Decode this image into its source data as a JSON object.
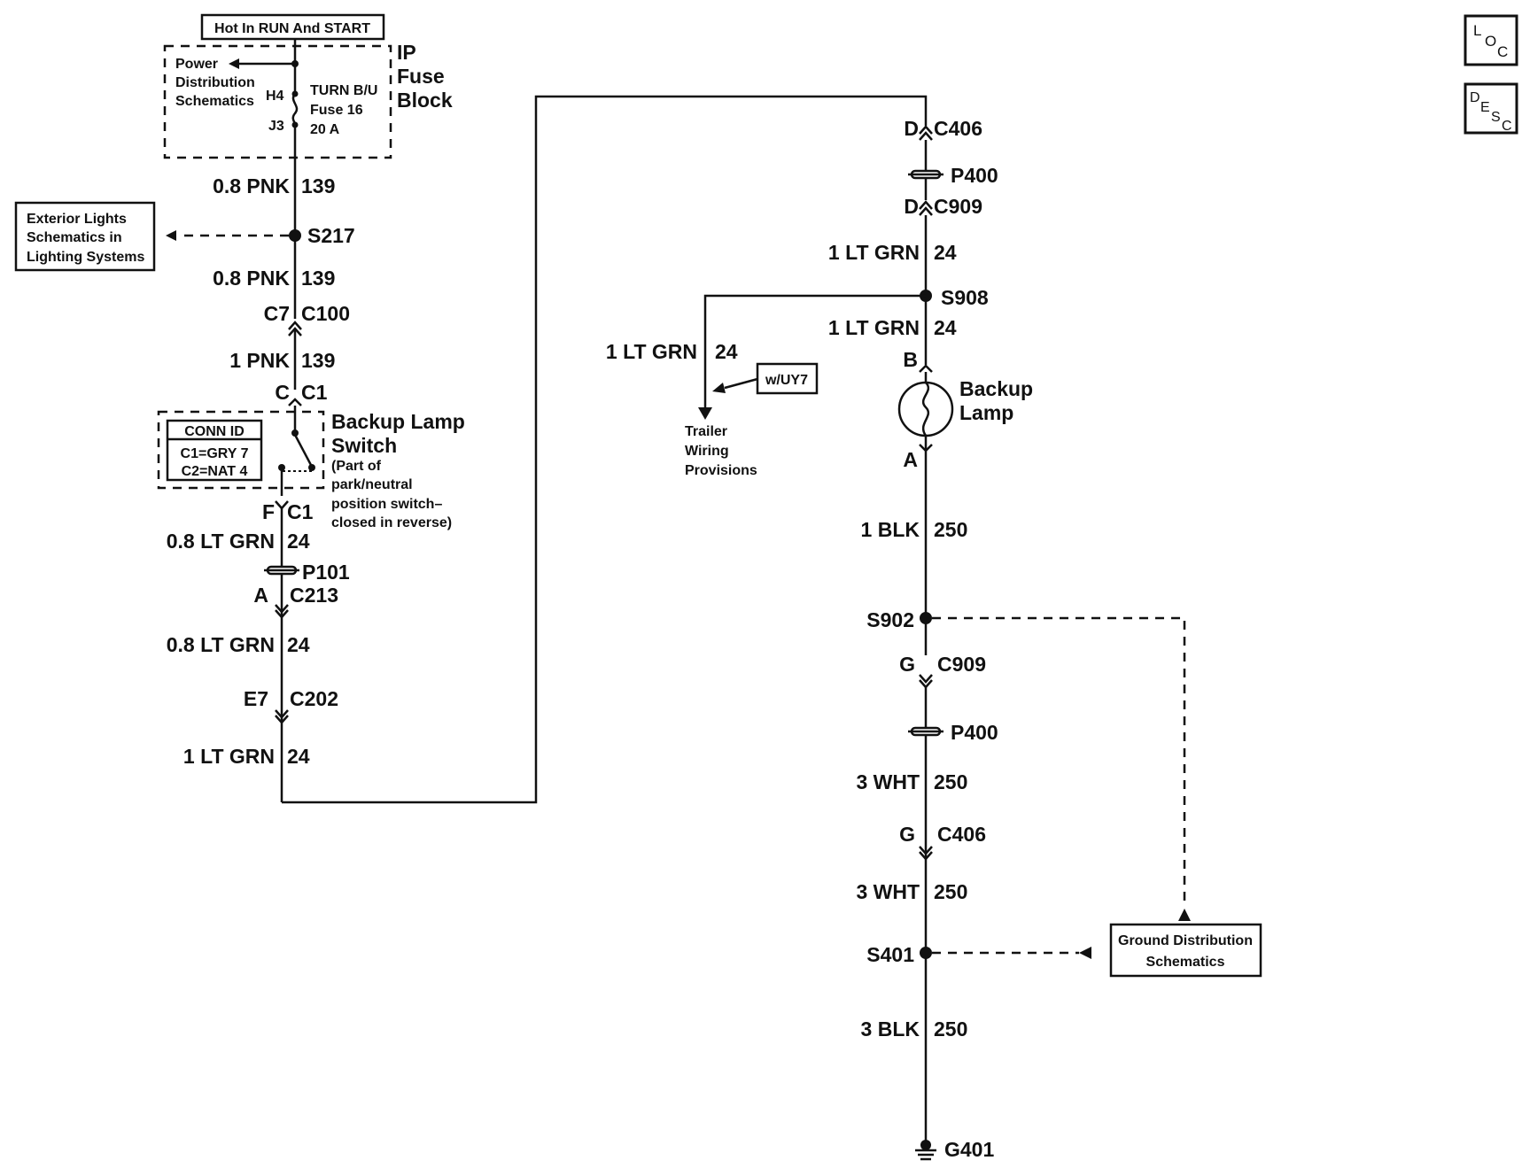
{
  "header": {
    "hot_label": "Hot In RUN And START"
  },
  "fuse_block": {
    "label_line1": "IP",
    "label_line2": "Fuse",
    "label_line3": "Block",
    "power_ref_line1": "Power",
    "power_ref_line2": "Distribution",
    "power_ref_line3": "Schematics",
    "pin_top": "H4",
    "pin_bottom": "J3",
    "fuse_line1": "TURN B/U",
    "fuse_line2": "Fuse 16",
    "fuse_line3": "20 A"
  },
  "left_circuit": {
    "w1_gauge": "0.8 PNK",
    "w1_num": "139",
    "splice1": "S217",
    "ext_ref_line1": "Exterior Lights",
    "ext_ref_line2": "Schematics in",
    "ext_ref_line3": "Lighting Systems",
    "w2_gauge": "0.8 PNK",
    "w2_num": "139",
    "c100_pin": "C7",
    "c100": "C100",
    "w3_gauge": "1 PNK",
    "w3_num": "139",
    "sw_pin_top": "C",
    "sw_conn_top": "C1",
    "conn_id_title": "CONN ID",
    "conn_id_c1": "C1=GRY 7",
    "conn_id_c2": "C2=NAT 4",
    "switch_line1": "Backup Lamp",
    "switch_line2": "Switch",
    "switch_note1": "(Part of",
    "switch_note2": "park/neutral",
    "switch_note3": "position switch–",
    "switch_note4": "closed in reverse)",
    "sw_pin_bot": "F",
    "sw_conn_bot": "C1",
    "w4_gauge": "0.8 LT GRN",
    "w4_num": "24",
    "p101": "P101",
    "c213_pin": "A",
    "c213": "C213",
    "w5_gauge": "0.8 LT GRN",
    "w5_num": "24",
    "c202_pin": "E7",
    "c202": "C202",
    "w6_gauge": "1 LT GRN",
    "w6_num": "24"
  },
  "right_circuit": {
    "c406_top_pin": "D",
    "c406_top": "C406",
    "p400_top": "P400",
    "c909_top_pin": "D",
    "c909_top": "C909",
    "w1_gauge": "1 LT GRN",
    "w1_num": "24",
    "s908": "S908",
    "w2_gauge": "1 LT GRN",
    "w2_num": "24",
    "branch_gauge": "1 LT GRN",
    "branch_num": "24",
    "option_label": "w/UY7",
    "trailer_line1": "Trailer",
    "trailer_line2": "Wiring",
    "trailer_line3": "Provisions",
    "lamp_pin_top": "B",
    "lamp_line1": "Backup",
    "lamp_line2": "Lamp",
    "lamp_pin_bot": "A",
    "w3_gauge": "1 BLK",
    "w3_num": "250",
    "s902": "S902",
    "c909_bot_pin": "G",
    "c909_bot": "C909",
    "p400_bot": "P400",
    "w4_gauge": "3 WHT",
    "w4_num": "250",
    "c406_bot_pin": "G",
    "c406_bot": "C406",
    "w5_gauge": "3 WHT",
    "w5_num": "250",
    "s401": "S401",
    "ground_ref_line1": "Ground Distribution",
    "ground_ref_line2": "Schematics",
    "w6_gauge": "3 BLK",
    "w6_num": "250",
    "ground": "G401"
  },
  "nav": {
    "loc_l": "L",
    "loc_o": "O",
    "loc_c": "C",
    "desc_d": "D",
    "desc_e": "E",
    "desc_s": "S",
    "desc_c": "C"
  }
}
